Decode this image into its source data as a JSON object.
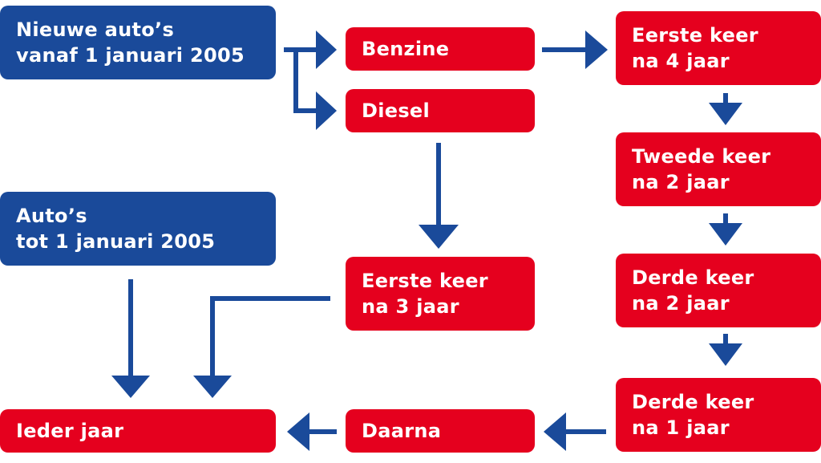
{
  "colors": {
    "blue": "#1a4a9a",
    "red": "#e5001e",
    "arrow": "#1a4a9a"
  },
  "nodes": {
    "new_cars": {
      "line1": "Nieuwe auto’s",
      "line2": "vanaf 1 januari 2005"
    },
    "benzine": {
      "line1": "Benzine"
    },
    "diesel": {
      "line1": "Diesel"
    },
    "b_first": {
      "line1": "Eerste keer",
      "line2": "na 4 jaar"
    },
    "b_second": {
      "line1": "Tweede keer",
      "line2": "na 2 jaar"
    },
    "b_third": {
      "line1": "Derde keer",
      "line2": "na 2 jaar"
    },
    "b_fourth": {
      "line1": "Derde keer",
      "line2": "na 1 jaar"
    },
    "old_cars": {
      "line1": "Auto’s",
      "line2": "tot 1 januari 2005"
    },
    "d_first": {
      "line1": "Eerste keer",
      "line2": "na 3 jaar"
    },
    "afterwards": {
      "line1": "Daarna"
    },
    "every_year": {
      "line1": "Ieder jaar"
    }
  }
}
